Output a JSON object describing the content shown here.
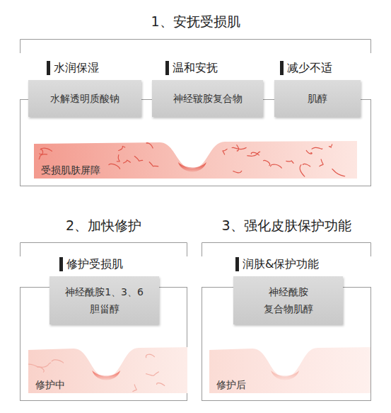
{
  "diagram": {
    "nodes": [
      {
        "text": [
          "1、安抚受损肌"
        ]
      },
      {
        "text": [
          "水润保湿",
          "水解透明质酸钠"
        ],
        "in": 0
      },
      {
        "text": [
          "温和安抚",
          "神经皲胺复合物"
        ],
        "in": 0
      },
      {
        "text": [
          "减少不适",
          "肌醇"
        ],
        "in": 0
      },
      {
        "text": [
          "受损肌肤屏障"
        ],
        "in": 0
      },
      {
        "text": [
          "2、加快修护"
        ]
      },
      {
        "text": [
          "修护受损肌",
          "神经酰胺1、3、6 胆甾醇"
        ],
        "in": 5
      },
      {
        "text": [
          "修护中"
        ],
        "in": 5
      },
      {
        "text": [
          "3、强化皮肤保护功能"
        ]
      },
      {
        "text": [
          "润肤&保护功能",
          "神经酰胺 复合物肌醇"
        ],
        "in": 8
      },
      {
        "text": [
          "修护后"
        ],
        "in": 8
      }
    ]
  }
}
